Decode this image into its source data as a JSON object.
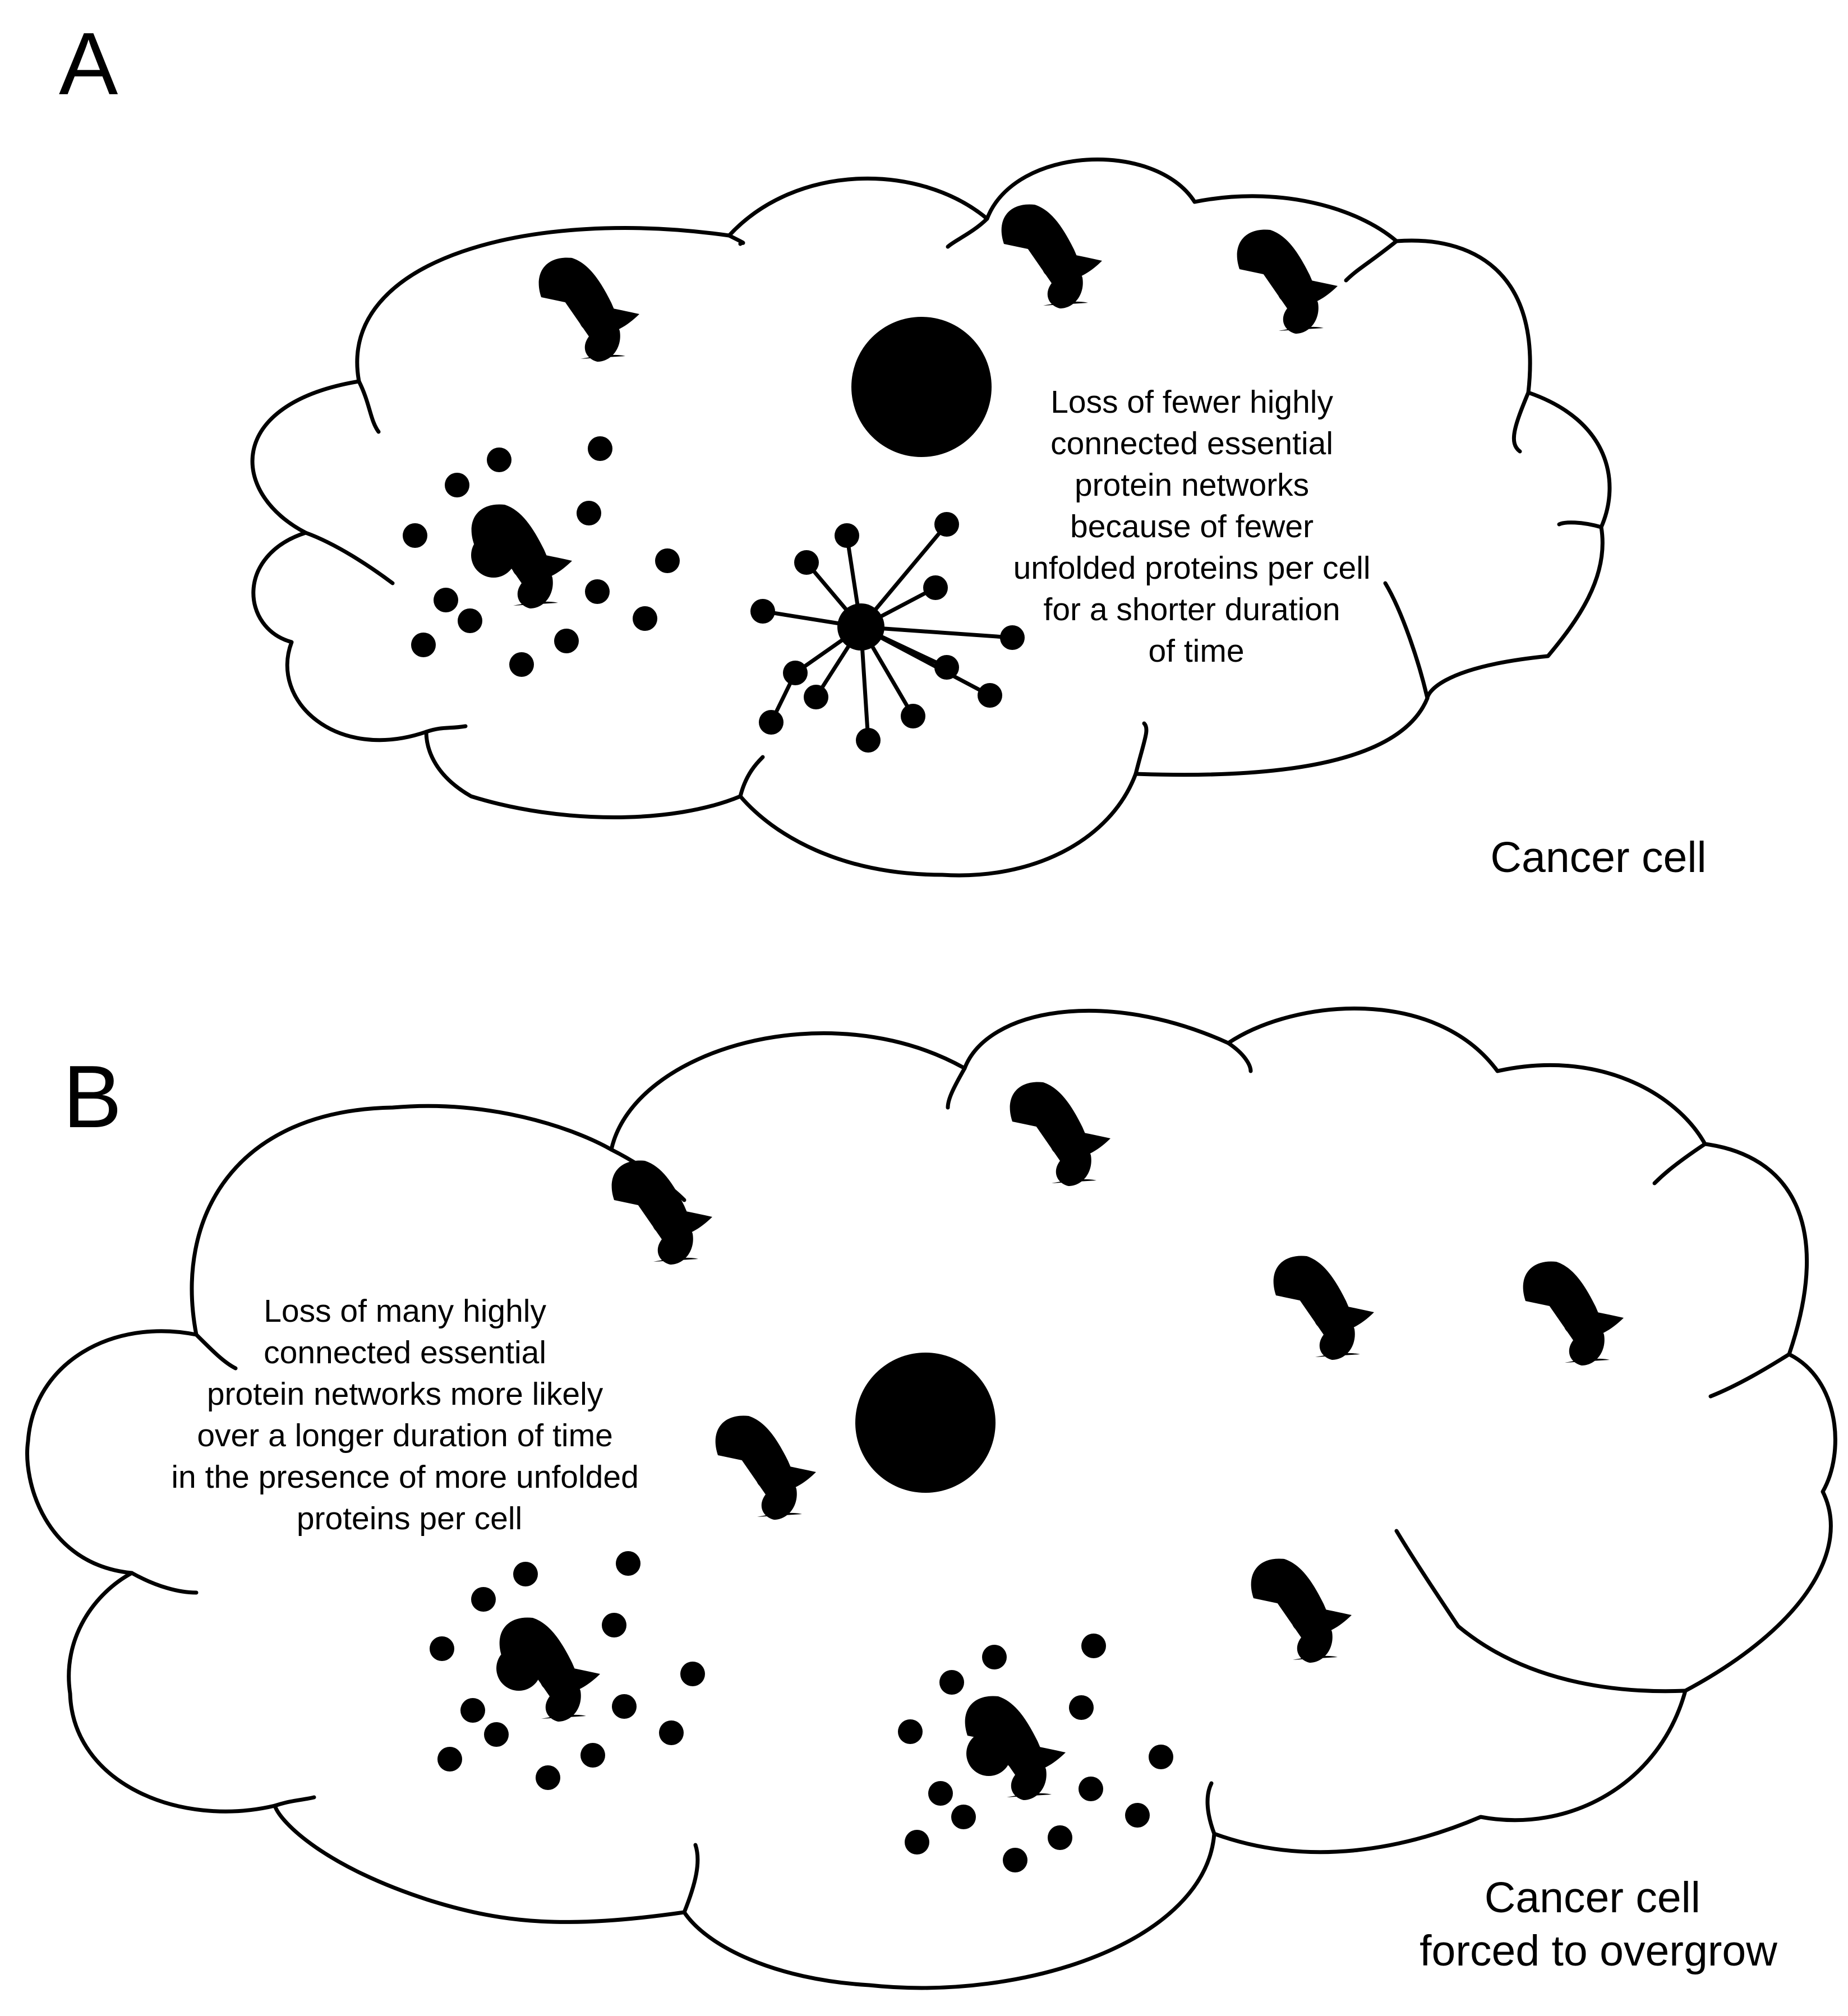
{
  "panel_a": {
    "letter": "A",
    "note_lines": [
      "Loss of fewer highly",
      "connected essential",
      "protein networks",
      "because of fewer",
      "unfolded proteins per cell",
      "for a shorter duration",
      "of time"
    ],
    "caption_lines": [
      "Cancer cell"
    ]
  },
  "panel_b": {
    "letter": "B",
    "note_lines": [
      "Loss of many highly",
      "connected essential",
      "protein networks more likely",
      "over a longer duration of time",
      "in the presence of more unfolded",
      "proteins per cell"
    ],
    "caption_lines": [
      "Cancer cell",
      "forced to overgrow"
    ]
  },
  "colors": {
    "ink": "#000000",
    "background": "#ffffff"
  },
  "icons": [
    "unfolded-protein-icon",
    "nucleus-icon",
    "protein-dot-icon",
    "hub-protein-icon"
  ]
}
